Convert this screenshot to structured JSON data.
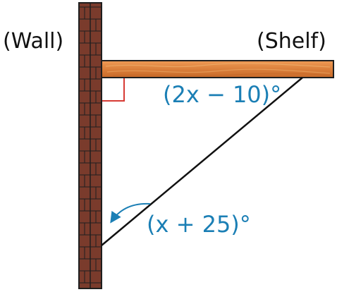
{
  "labels": {
    "wall": "(Wall)",
    "shelf": "(Shelf)",
    "angle_top": "(2x − 10)°",
    "angle_bottom": "(x + 25)°"
  },
  "colors": {
    "brick": "#7a3b2c",
    "mortar": "#1f1f1f",
    "shelf_wood": "#d97d39",
    "shelf_grain": "#efb06d",
    "angle_blue": "#1b7fb5",
    "right_angle": "#d73a34",
    "support": "#111111"
  }
}
